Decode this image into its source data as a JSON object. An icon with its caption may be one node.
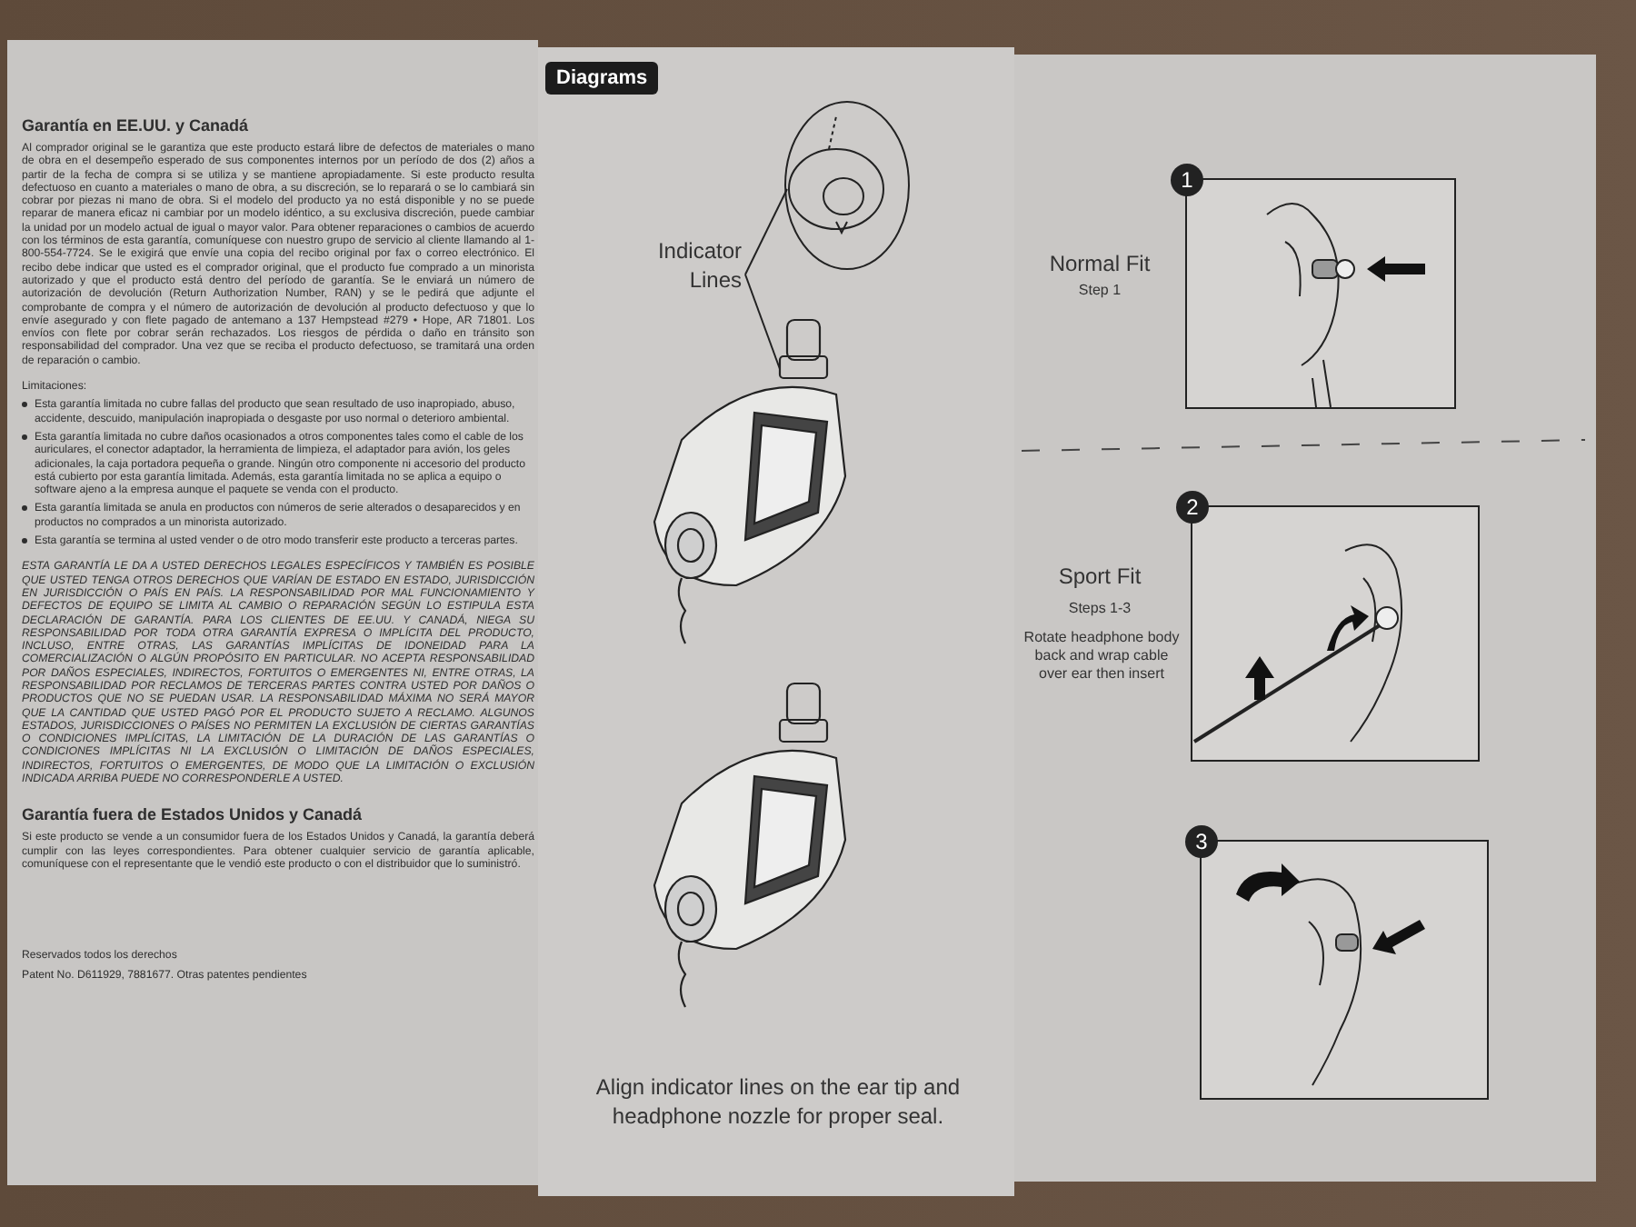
{
  "diagram": {
    "title": "Diagrams",
    "nodes": [
      {
        "text": [
          "Indicator Lines"
        ]
      },
      {
        "text": [],
        "shape": "picture"
      },
      {
        "text": [],
        "shape": "picture"
      }
    ],
    "edges": [
      {
        "from": 0,
        "to": 1,
        "arrow": "none"
      },
      {
        "from": 0,
        "to": 2,
        "arrow": "none"
      }
    ],
    "labels": [
      "Garantía en EE.UU. y Canadá",
      "Al comprador original se le garantiza que este producto estará libre de defectos de materiales o mano de obra en el desempeño esperado de sus componentes internos por un período de dos (2) años a partir de la fecha de compra si se utiliza y se mantiene apropiadamente. Si este producto resulta defectuoso en cuanto a materiales o mano de obra, a su discreción, se lo reparará o se lo cambiará sin cobrar por piezas ni mano de obra. Si el modelo del producto ya no está disponible y no se puede reparar de manera eficaz ni cambiar por un modelo idéntico, a su exclusiva discreción, puede cambiar la unidad por un modelo actual de igual o mayor valor. Para obtener reparaciones o cambios de acuerdo con los términos de esta garantía, comuníquese con nuestro grupo de servicio al cliente llamando al 1-800-554-7724. Se le exigirá que envíe una copia del recibo original por fax o correo electrónico. El recibo debe indicar que usted es el comprador original, que el producto fue comprado a un minorista autorizado y que el producto está dentro del período de garantía. Se le enviará un número de autorización de devolución (Return Authorization Number, RAN) y se le pedirá que adjunte el comprobante de compra y el número de autorización de devolución al producto defectuoso y que lo envíe asegurado y con flete pagado de antemano a 137 Hempstead #279 • Hope, AR 71801. Los envíos con flete por cobrar serán rechazados. Los riesgos de pérdida o daño en tránsito son responsabilidad del comprador. Una vez que se reciba el producto defectuoso, se tramitará una orden de reparación o cambio.",
      "Limitaciones:",
      "Esta garantía limitada no cubre fallas del producto que sean resultado de uso inapropiado, abuso, accidente, descuido, manipulación inapropiada o desgaste por uso normal o deterioro ambiental.",
      "Esta garantía limitada no cubre daños ocasionados a otros componentes tales como el cable de los auriculares, el conector adaptador, la herramienta de limpieza, el adaptador para avión, los geles adicionales, la caja portadora pequeña o grande. Ningún otro componente ni accesorio del producto está cubierto por esta garantía limitada. Además, esta garantía limitada no se aplica a equipo o software ajeno a la empresa aunque el paquete se venda con el producto.",
      "Esta garantía limitada se anula en productos con números de serie alterados o desaparecidos y en productos no comprados a un minorista autorizado.",
      "Esta garantía se termina al usted vender o de otro modo transferir este producto a terceras partes.",
      "ESTA GARANTÍA LE DA A USTED DERECHOS LEGALES ESPECÍFICOS Y TAMBIÉN ES POSIBLE QUE USTED TENGA OTROS DERECHOS QUE VARÍAN DE ESTADO EN ESTADO, JURISDICCIÓN EN JURISDICCIÓN O PAÍS EN PAÍS. LA RESPONSABILIDAD POR MAL FUNCIONAMIENTO Y DEFECTOS DE EQUIPO SE LIMITA AL CAMBIO O REPARACIÓN SEGÚN LO ESTIPULA ESTA DECLARACIÓN DE GARANTÍA. PARA LOS CLIENTES DE EE.UU. Y CANADÁ, NIEGA SU RESPONSABILIDAD POR TODA OTRA GARANTÍA EXPRESA O IMPLÍCITA DEL PRODUCTO, INCLUSO, ENTRE OTRAS, LAS GARANTÍAS IMPLÍCITAS DE IDONEIDAD PARA LA COMERCIALIZACIÓN O ALGÚN PROPÓSITO EN PARTICULAR. NO ACEPTA RESPONSABILIDAD POR DAÑOS ESPECIALES, INDIRECTOS, FORTUITOS O EMERGENTES NI, ENTRE OTRAS, LA RESPONSABILIDAD POR RECLAMOS DE TERCERAS PARTES CONTRA USTED POR DAÑOS O PRODUCTOS QUE NO SE PUEDAN USAR. LA RESPONSABILIDAD MÁXIMA NO SERÁ MAYOR QUE LA CANTIDAD QUE USTED PAGÓ POR EL PRODUCTO SUJETO A RECLAMO. ALGUNOS ESTADOS, JURISDICCIONES O PAÍSES NO PERMITEN LA EXCLUSIÓN DE CIERTAS GARANTÍAS O CONDICIONES IMPLÍCITAS, LA LIMITACIÓN DE LA DURACIÓN DE LAS GARANTÍAS O CONDICIONES IMPLÍCITAS NI LA EXCLUSIÓN O LIMITACIÓN DE DAÑOS ESPECIALES, INDIRECTOS, FORTUITOS O EMERGENTES, DE MODO QUE LA LIMITACIÓN O EXCLUSIÓN INDICADA ARRIBA PUEDE NO CORRESPONDERLE A USTED.",
      "Garantía fuera de Estados Unidos y Canadá",
      "Si este producto se vende a un consumidor fuera de los Estados Unidos y Canadá, la garantía deberá cumplir con las leyes correspondientes. Para obtener cualquier servicio de garantía aplicable, comuníquese con el representante que le vendió este producto o con el distribuidor que lo suministró.",
      "Reservados todos los derechos",
      "Patent No. D611929, 7881677. Otras patentes pendientes",
      "Align indicator lines on the ear tip and headphone nozzle for proper seal.",
      "Normal Fit",
      "Step 1",
      "Sport Fit",
      "Steps 1-3",
      "Rotate headphone body back and wrap cable over ear then insert",
      "1",
      "2",
      "3"
    ]
  }
}
